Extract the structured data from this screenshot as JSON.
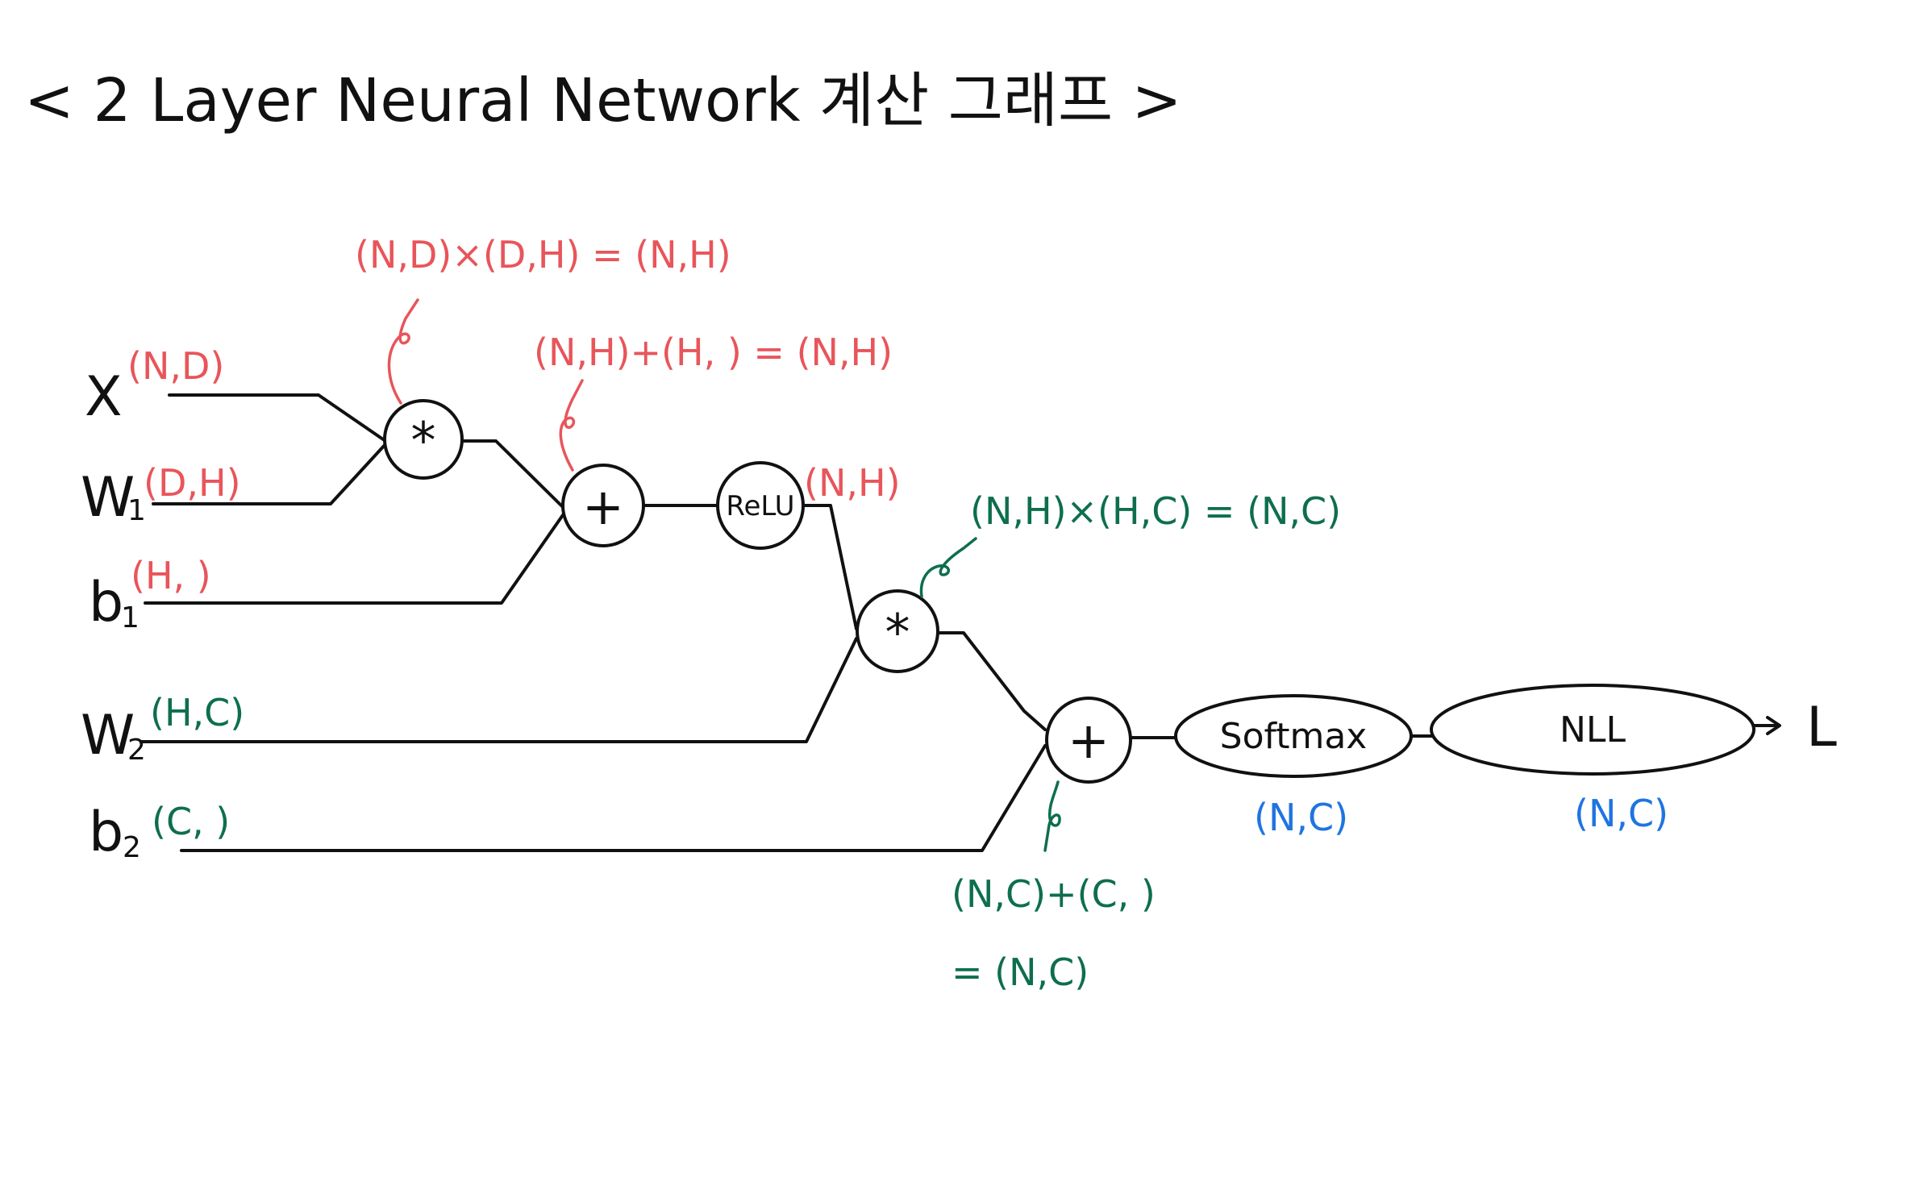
{
  "title": "< 2 Layer Neural Network 계산 그래프 >",
  "colors": {
    "ink": "#111111",
    "red": "#e8555a",
    "green": "#0e6e4f",
    "blue": "#1f74e0"
  },
  "inputs": [
    {
      "id": "x",
      "symbol": "X",
      "subscript": "",
      "shape": "(N,D)",
      "color": "red"
    },
    {
      "id": "w1",
      "symbol": "W",
      "subscript": "1",
      "shape": "(D,H)",
      "color": "red"
    },
    {
      "id": "b1",
      "symbol": "b",
      "subscript": "1",
      "shape": "(H, )",
      "color": "red"
    },
    {
      "id": "w2",
      "symbol": "W",
      "subscript": "2",
      "shape": "(H,C)",
      "color": "green"
    },
    {
      "id": "b2",
      "symbol": "b",
      "subscript": "2",
      "shape": "(C, )",
      "color": "green"
    }
  ],
  "nodes": [
    {
      "id": "mul1",
      "label": "*",
      "type": "circle"
    },
    {
      "id": "add1",
      "label": "+",
      "type": "circle"
    },
    {
      "id": "relu",
      "label": "ReLU",
      "type": "circle"
    },
    {
      "id": "mul2",
      "label": "*",
      "type": "circle"
    },
    {
      "id": "add2",
      "label": "+",
      "type": "circle"
    },
    {
      "id": "softmax",
      "label": "Softmax",
      "type": "ellipse"
    },
    {
      "id": "nll",
      "label": "NLL",
      "type": "ellipse"
    }
  ],
  "output": {
    "label": "L"
  },
  "annotations": {
    "mul1": "(N,D)×(D,H) = (N,H)",
    "add1": "(N,H)+(H, ) = (N,H)",
    "relu": "(N,H)",
    "mul2": "(N,H)×(H,C) = (N,C)",
    "add2_line1": "(N,C)+(C, )",
    "add2_line2": "= (N,C)",
    "softmax": "(N,C)",
    "nll": "(N,C)"
  }
}
